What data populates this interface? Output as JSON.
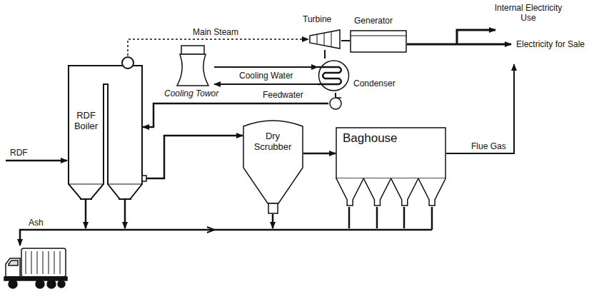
{
  "diagram": {
    "nodes": [
      {
        "text": [
          "RDF Boiler"
        ]
      },
      {
        "text": [
          "Turbine"
        ]
      },
      {
        "text": [
          "Generator"
        ]
      },
      {
        "text": [
          "Condenser"
        ]
      },
      {
        "text": [
          "Cooling Towor"
        ]
      },
      {
        "text": [
          "Feedwater"
        ]
      },
      {
        "text": [
          "Dry Scrubber"
        ]
      },
      {
        "text": [
          "Baghouse"
        ]
      }
    ],
    "edges": [
      {
        "from": 0,
        "to": 1,
        "label": "Main Steam",
        "arrow": "to"
      },
      {
        "from": 1,
        "to": 2,
        "arrow": "none"
      },
      {
        "from": 1,
        "to": 3,
        "arrow": "none"
      },
      {
        "from": 4,
        "to": 3,
        "label": "Cooling Water",
        "arrow": "to"
      },
      {
        "from": 3,
        "to": 4,
        "arrow": "to"
      },
      {
        "from": 3,
        "to": 5,
        "arrow": "none"
      },
      {
        "from": 5,
        "to": 0,
        "arrow": "to"
      },
      {
        "from": 0,
        "to": 6,
        "arrow": "to"
      },
      {
        "from": 6,
        "to": 7,
        "arrow": "to"
      }
    ],
    "labels": [
      "Internal Electricity Use",
      "Electricity for Sale",
      "RDF",
      "Ash",
      "Flue Gas"
    ]
  }
}
